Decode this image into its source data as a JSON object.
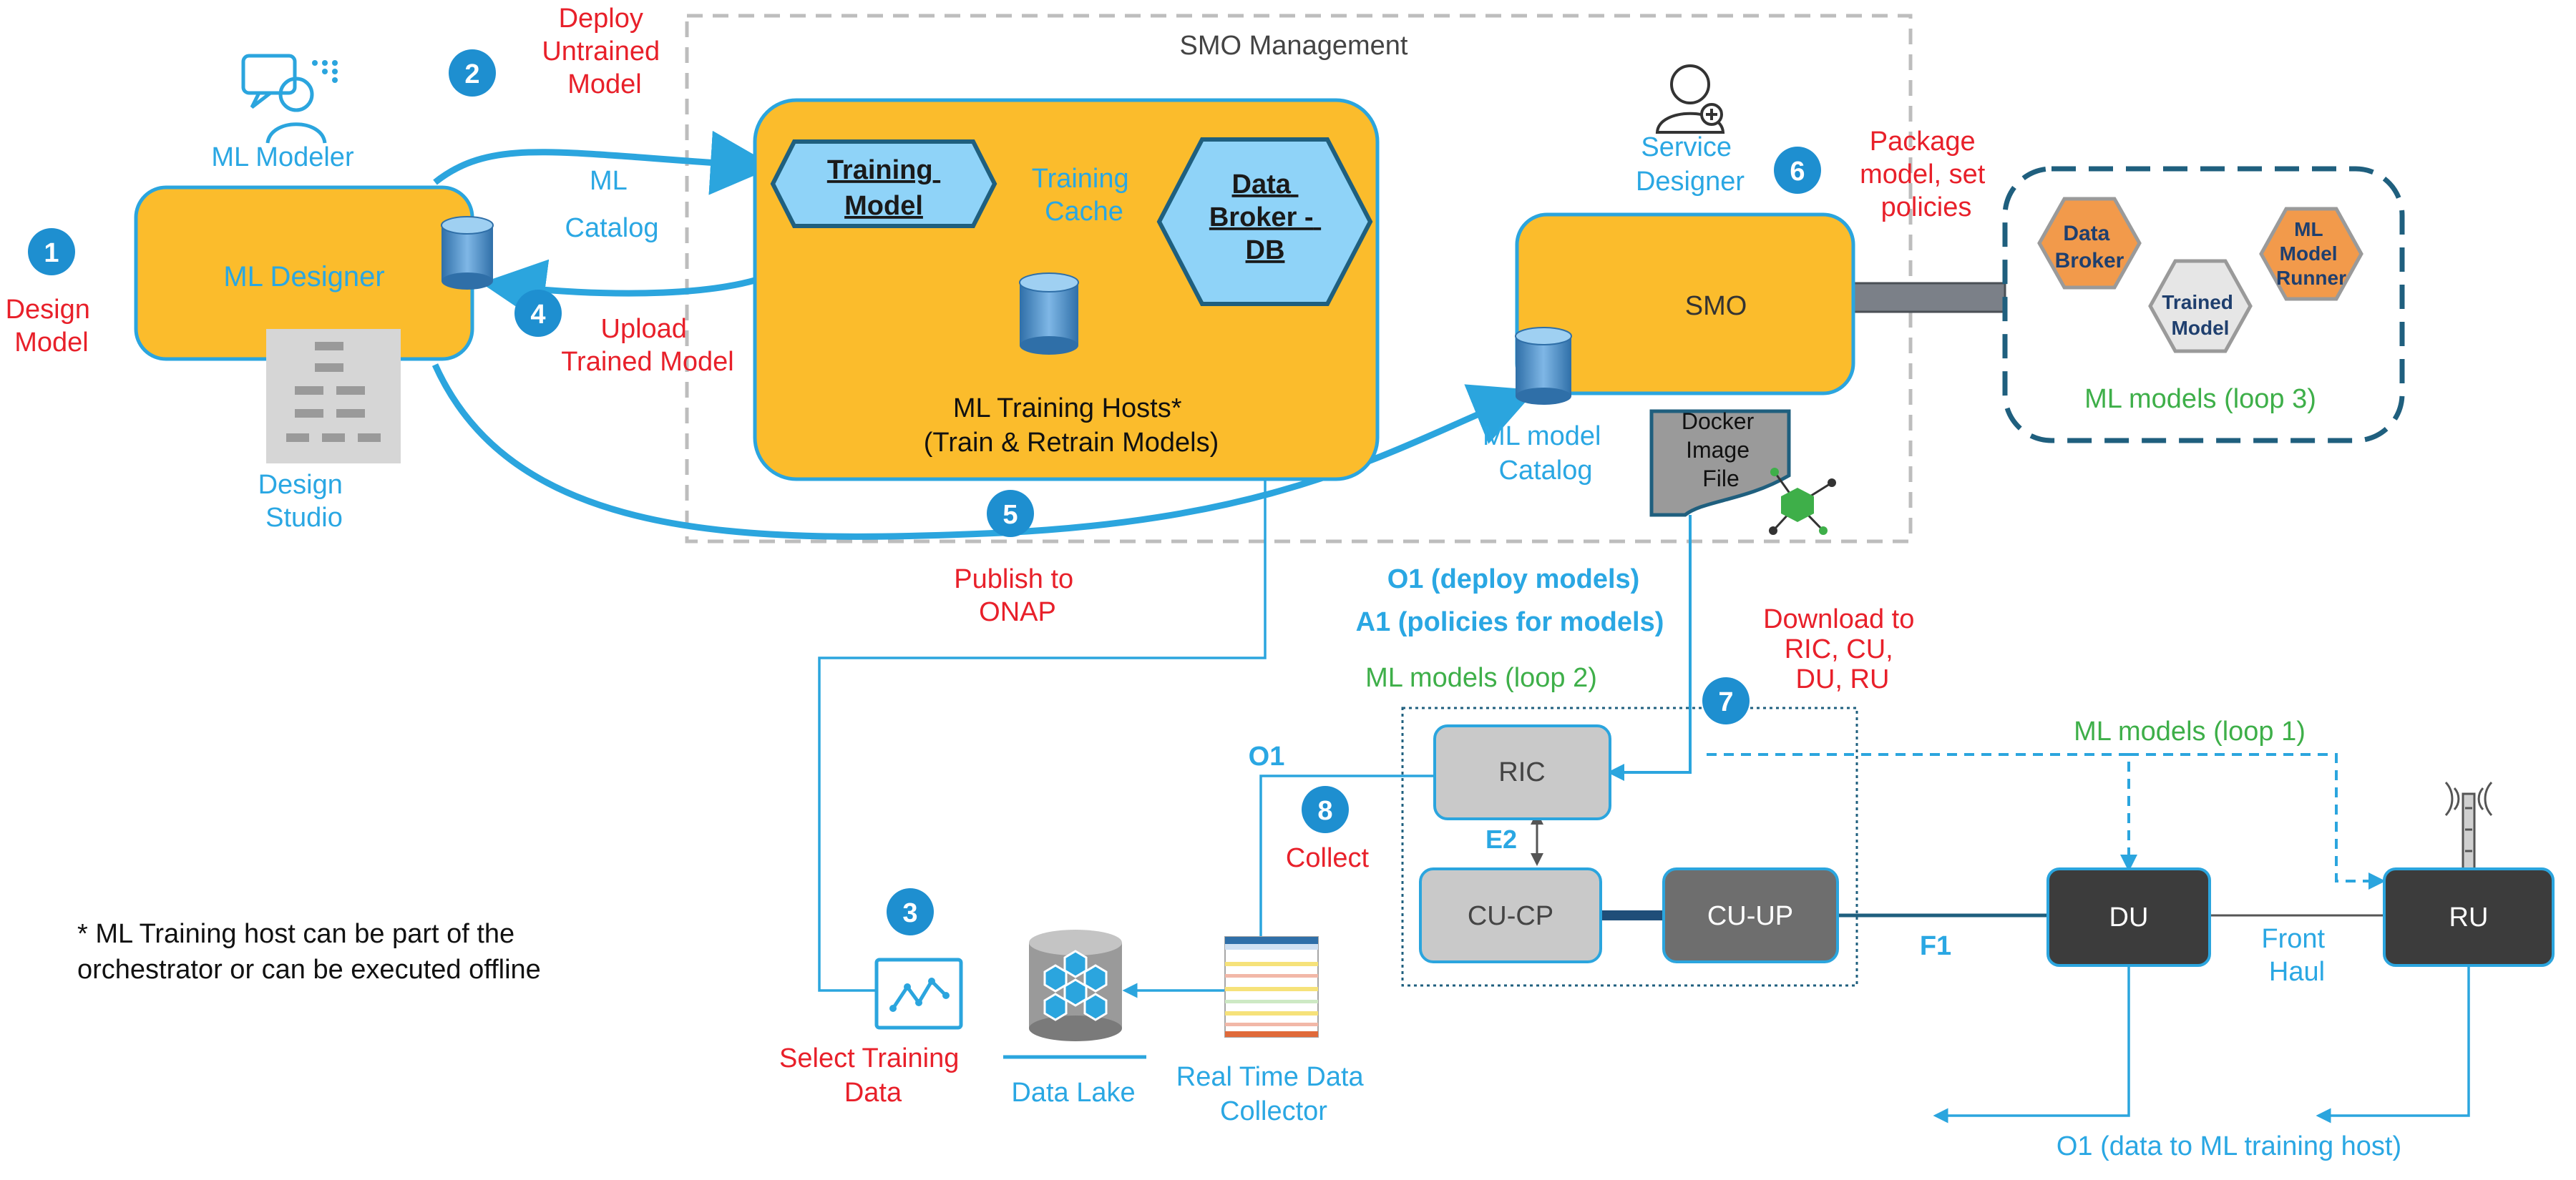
{
  "colors": {
    "accent_blue": "#2BA5DE",
    "label_blue": "#2AA7E3",
    "step_circle": "#1E8FD0",
    "red_text": "#E8202A",
    "green_text": "#3EAF49",
    "orange_fill": "#FBBC2C",
    "hex_fill": "#8FD3F8",
    "dark_box": "#3C3C3C",
    "mid_box": "#6E6E6E",
    "light_box": "#C9C9C9",
    "navy": "#1F5F7E"
  },
  "icons": [
    "ml-modeler-icon",
    "service-designer-icon",
    "database-icon",
    "data-lake-icon",
    "chart-icon",
    "antenna-icon",
    "network-node-icon",
    "spreadsheet-icon"
  ],
  "management": {
    "title": "SMO Management"
  },
  "actors": {
    "ml_modeler": "ML Modeler",
    "ml_designer": "ML Designer",
    "design_studio": [
      "Design",
      "Studio"
    ],
    "service_designer": [
      "Service",
      "Designer"
    ]
  },
  "steps": {
    "s1": {
      "num": "1",
      "label": [
        "Design",
        "Model"
      ]
    },
    "s2": {
      "num": "2",
      "label": [
        "Deploy",
        "Untrained",
        "Model"
      ]
    },
    "s3": {
      "num": "3",
      "label": [
        "Select Training",
        "Data"
      ]
    },
    "s4": {
      "num": "4",
      "label": [
        "Upload",
        "Trained Model"
      ]
    },
    "s5": {
      "num": "5"
    },
    "s6": {
      "num": "6",
      "label": [
        "Package",
        "model, set",
        "policies"
      ]
    },
    "s7": {
      "num": "7"
    },
    "s8": {
      "num": "8",
      "label": "Collect"
    }
  },
  "training": {
    "model": [
      "Training",
      "Model"
    ],
    "cache": [
      "Training",
      "Cache"
    ],
    "broker": [
      "Data",
      "Broker -",
      "DB"
    ],
    "hosts": [
      "ML Training Hosts*",
      "(Train & Retrain Models)"
    ]
  },
  "catalog": [
    "ML",
    "Catalog"
  ],
  "smo": {
    "label": "SMO",
    "catalog": [
      "ML model",
      "Catalog"
    ],
    "docker": [
      "Docker",
      "Image",
      "File"
    ]
  },
  "loop3": {
    "broker": [
      "Data",
      "Broker"
    ],
    "trained": [
      "Trained",
      "Model"
    ],
    "runner": [
      "ML",
      "Model",
      "Runner"
    ],
    "label": "ML models (loop 3)"
  },
  "publish": [
    "Publish to",
    "ONAP"
  ],
  "interfaces": {
    "o1_deploy": "O1 (deploy models)",
    "a1_policies": "A1 (policies for models)",
    "o1": "O1",
    "e2": "E2",
    "f1": "F1",
    "fronthaul": [
      "Front",
      "Haul"
    ],
    "o1_data": "O1 (data to ML training host)"
  },
  "download": [
    "Download to",
    "RIC, CU,",
    "DU, RU"
  ],
  "loop2": "ML models (loop 2)",
  "loop1": "ML models (loop  1)",
  "nodes": {
    "ric": "RIC",
    "cucp": "CU-CP",
    "cuup": "CU-UP",
    "du": "DU",
    "ru": "RU"
  },
  "data": {
    "lake": "Data Lake",
    "collector": [
      "Real Time Data",
      "Collector"
    ]
  },
  "footnote": [
    "* ML Training host can be part of the",
    "orchestrator or can be executed offline"
  ]
}
